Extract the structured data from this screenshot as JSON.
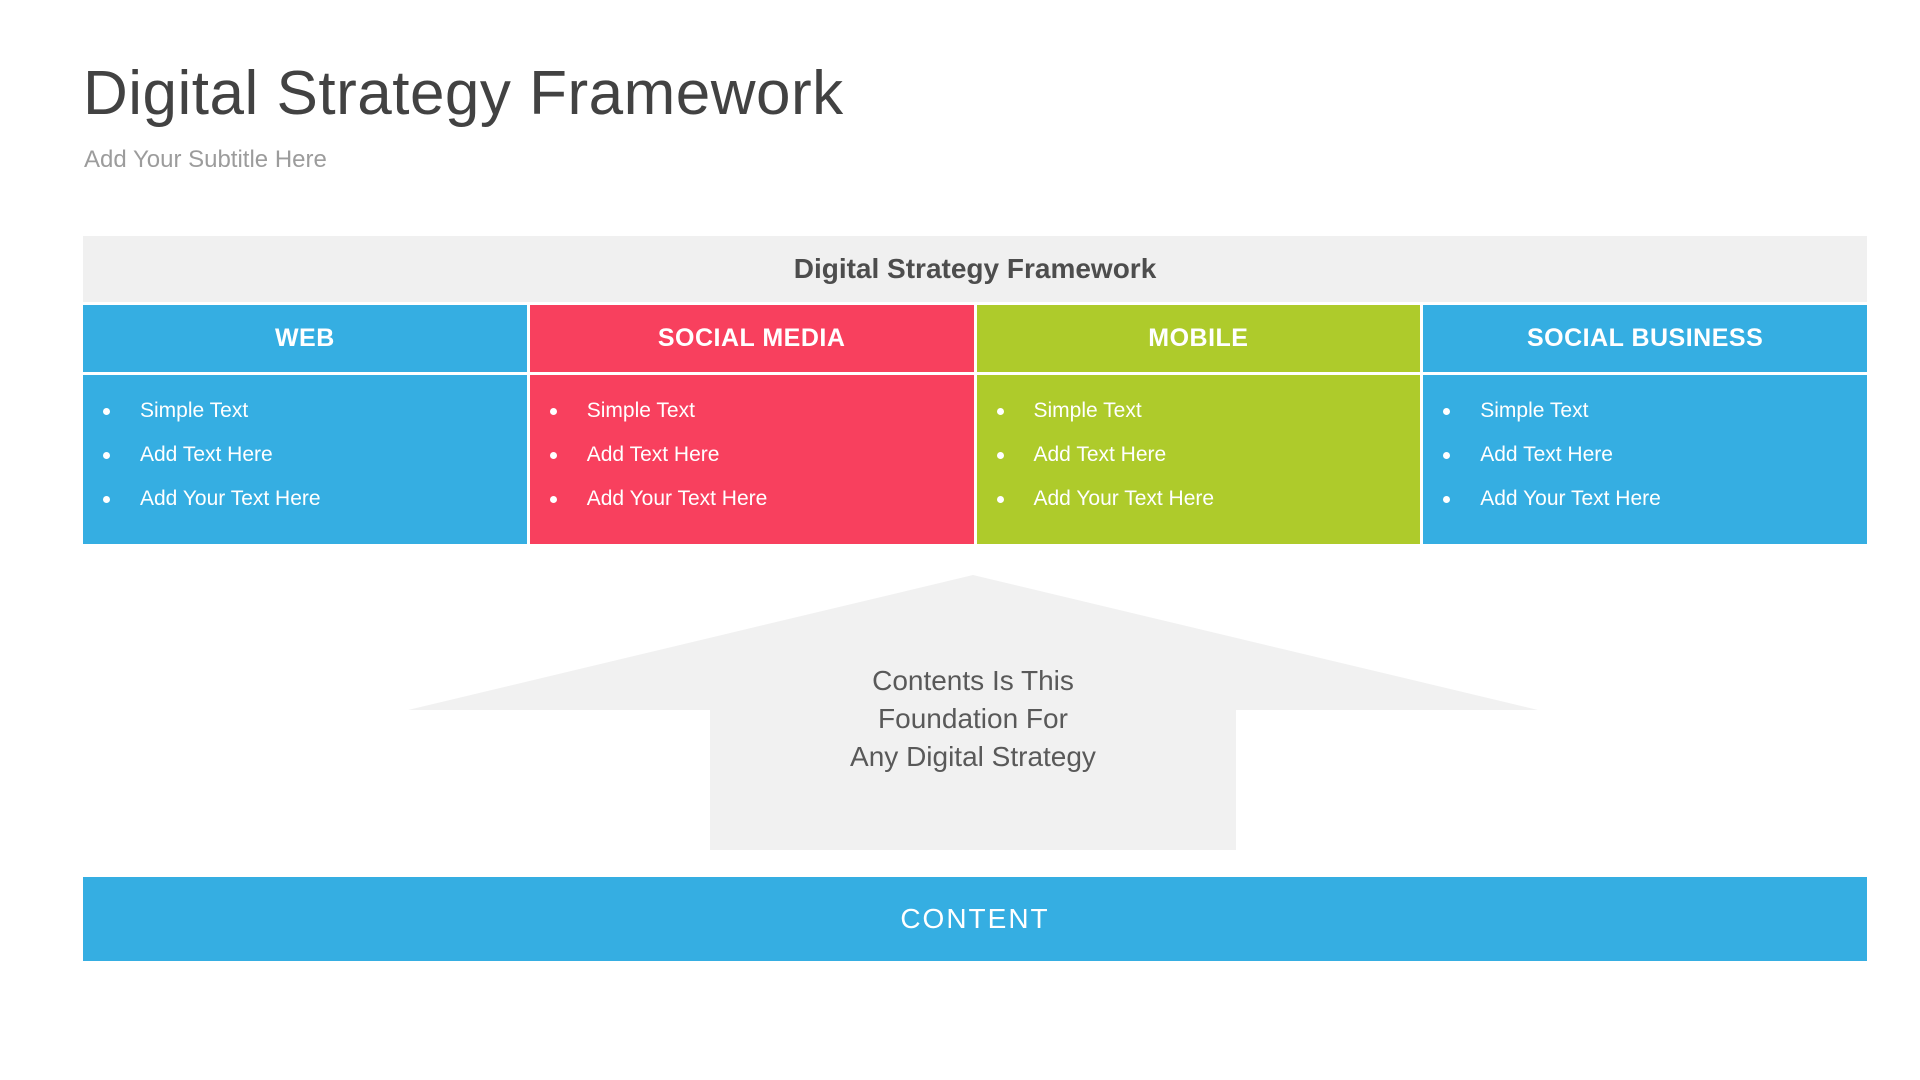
{
  "slide": {
    "title": "Digital Strategy Framework",
    "subtitle": "Add Your Subtitle Here"
  },
  "table": {
    "header": "Digital Strategy Framework",
    "columns": [
      {
        "title": "WEB",
        "color": "#35aee2",
        "bullets": [
          "Simple Text",
          "Add Text Here",
          "Add Your Text Here"
        ]
      },
      {
        "title": "SOCIAL MEDIA",
        "color": "#f8405e",
        "bullets": [
          "Simple Text",
          "Add Text Here",
          "Add Your Text Here"
        ]
      },
      {
        "title": "MOBILE",
        "color": "#aecb2b",
        "bullets": [
          "Simple Text",
          "Add Text Here",
          "Add Your Text Here"
        ]
      },
      {
        "title": "SOCIAL BUSINESS",
        "color": "#35aee2",
        "bullets": [
          "Simple Text",
          "Add Text Here",
          "Add Your Text Here"
        ]
      }
    ]
  },
  "arrow": {
    "line1": "Contents Is This",
    "line2": "Foundation For",
    "line3": "Any Digital Strategy",
    "fill": "#f1f1f1",
    "text_color": "#595959"
  },
  "footer": {
    "label": "CONTENT",
    "color": "#35aee2"
  },
  "colors": {
    "background": "#ffffff",
    "title_text": "#424242",
    "subtitle_text": "#9c9c9c",
    "band_bg": "#f0f0f0",
    "band_text": "#4d4d4d",
    "bullet_text": "#ffffff"
  }
}
